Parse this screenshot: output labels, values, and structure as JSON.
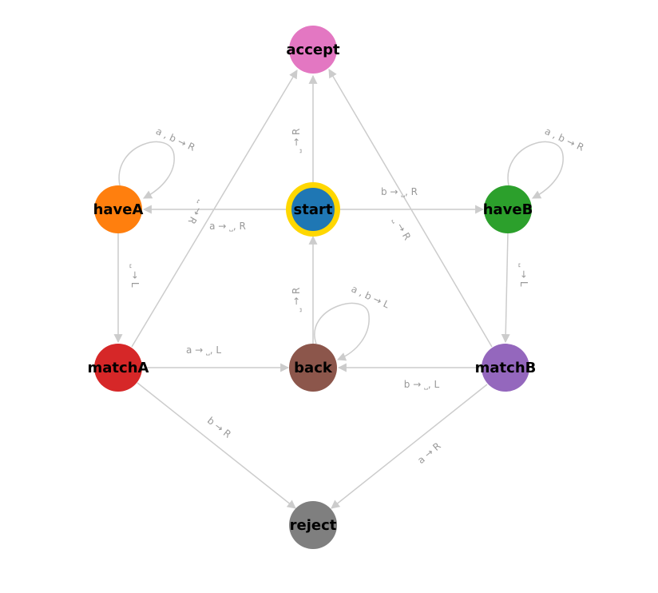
{
  "diagram": {
    "nodes": {
      "accept": {
        "label": "accept",
        "color": "#e377c2"
      },
      "start": {
        "label": "start",
        "color": "#1f77b4",
        "ring_color": "#ffd700"
      },
      "haveA": {
        "label": "haveA",
        "color": "#ff7f0e"
      },
      "haveB": {
        "label": "haveB",
        "color": "#2ca02c"
      },
      "matchA": {
        "label": "matchA",
        "color": "#d62728"
      },
      "back": {
        "label": "back",
        "color": "#8c564b"
      },
      "matchB": {
        "label": "matchB",
        "color": "#9467bd"
      },
      "reject": {
        "label": "reject",
        "color": "#7f7f7f"
      }
    },
    "edges": {
      "start_accept": {
        "from": "start",
        "to": "accept",
        "label": "˽ → R"
      },
      "start_haveA": {
        "from": "start",
        "to": "haveA",
        "label": "a → ˽, R"
      },
      "start_haveB": {
        "from": "start",
        "to": "haveB",
        "label": "b → ˽, R"
      },
      "haveA_self": {
        "from": "haveA",
        "to": "haveA",
        "label": "a , b → R"
      },
      "haveA_matchA": {
        "from": "haveA",
        "to": "matchA",
        "label": "˽ → L"
      },
      "haveB_self": {
        "from": "haveB",
        "to": "haveB",
        "label": "a , b → R"
      },
      "haveB_matchB": {
        "from": "haveB",
        "to": "matchB",
        "label": "˽ → L"
      },
      "matchA_accept": {
        "from": "matchA",
        "to": "accept",
        "label": "˽ → R"
      },
      "matchA_back": {
        "from": "matchA",
        "to": "back",
        "label": "a → ˽, L"
      },
      "matchA_reject": {
        "from": "matchA",
        "to": "reject",
        "label": "b → R"
      },
      "matchB_accept": {
        "from": "matchB",
        "to": "accept",
        "label": "˽ → R"
      },
      "matchB_back": {
        "from": "matchB",
        "to": "back",
        "label": "b → ˽, L"
      },
      "matchB_reject": {
        "from": "matchB",
        "to": "reject",
        "label": "a → R"
      },
      "back_start": {
        "from": "back",
        "to": "start",
        "label": "˽ → R"
      },
      "back_self": {
        "from": "back",
        "to": "back",
        "label": "a , b → L"
      }
    }
  }
}
